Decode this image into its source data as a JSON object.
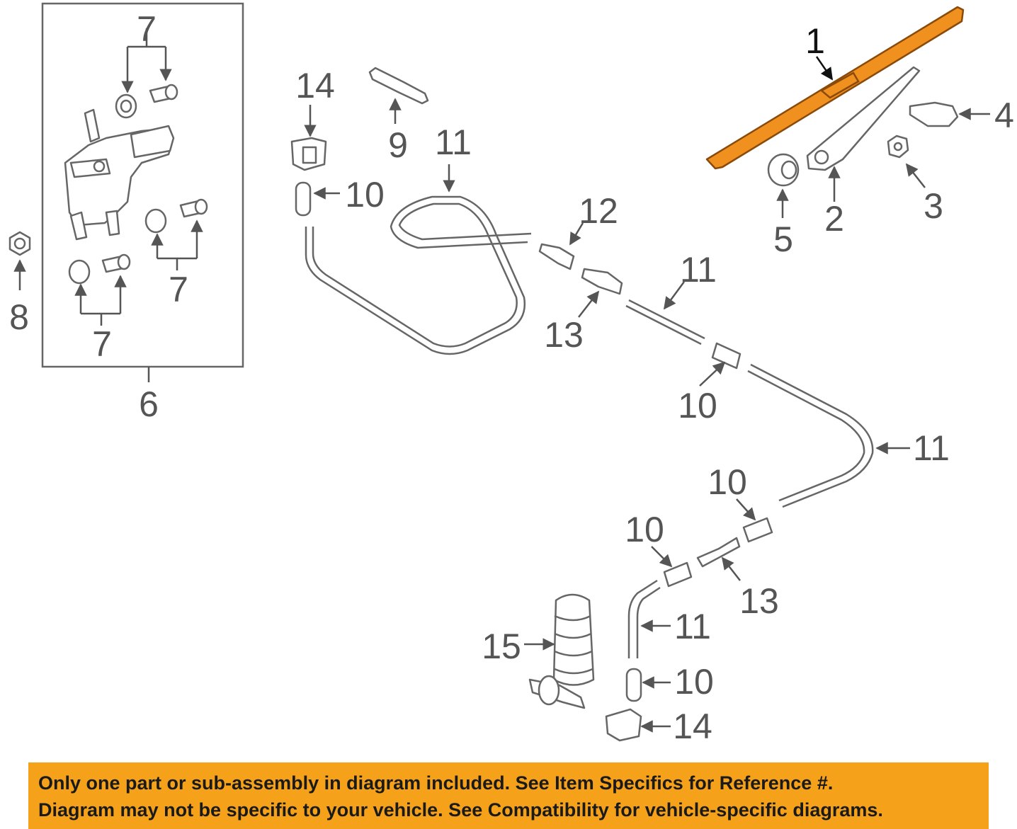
{
  "highlight_color": "#f0901e",
  "callouts": {
    "c1": "1",
    "c2": "2",
    "c3": "3",
    "c4": "4",
    "c5": "5",
    "c6": "6",
    "c7a": "7",
    "c7b": "7",
    "c7c": "7",
    "c8": "8",
    "c9": "9",
    "c10a": "10",
    "c10b": "10",
    "c10c": "10",
    "c10d": "10",
    "c10e": "10",
    "c11a": "11",
    "c11b": "11",
    "c11c": "11",
    "c11d": "11",
    "c12": "12",
    "c13a": "13",
    "c13b": "13",
    "c14a": "14",
    "c14b": "14",
    "c15": "15"
  },
  "notice": {
    "line1": "Only one part or sub-assembly in diagram included. See Item Specifics for Reference #.",
    "line2": "Diagram may not be specific to your vehicle. See Compatibility for vehicle-specific diagrams."
  }
}
